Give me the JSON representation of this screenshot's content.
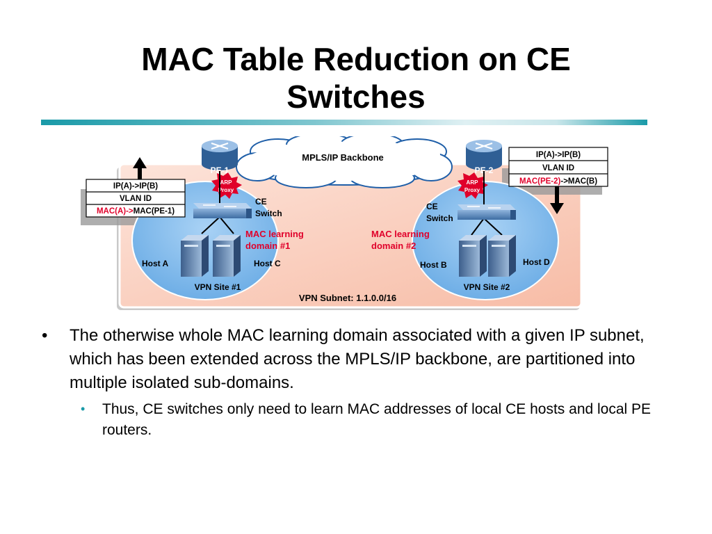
{
  "slide": {
    "title_line1": "MAC Table Reduction on CE",
    "title_line2": "Switches"
  },
  "diagram": {
    "backbone_label": "MPLS/IP Backbone",
    "pe1_label": "PE-1",
    "pe2_label": "PE-2",
    "arp_proxy_line1": "ARP",
    "arp_proxy_line2": "Proxy",
    "ce_switch_line1": "CE",
    "ce_switch_line2": "Switch",
    "domain1_line1": "MAC learning",
    "domain1_line2": "domain  #1",
    "domain2_line1": "MAC  learning",
    "domain2_line2": "domain  #2",
    "host_a": "Host A",
    "host_b": "Host B",
    "host_c": "Host C",
    "host_d": "Host D",
    "site1": "VPN Site #1",
    "site2": "VPN Site #2",
    "subnet": "VPN Subnet: 1.1.0.0/16",
    "left_table": {
      "row1": "IP(A)->IP(B)",
      "row2": "VLAN ID",
      "row3_red": "MAC(A)->",
      "row3_black": "MAC(PE-1)"
    },
    "right_table": {
      "row1": "IP(A)->IP(B)",
      "row2": "VLAN ID",
      "row3_red": "MAC(PE-2)",
      "row3_black": "->MAC(B)"
    },
    "colors": {
      "zone_fill": "#f9c7b3",
      "site_fill": "#8cc1ee",
      "accent_red": "#e0002a",
      "teal": "#1a9aa8"
    }
  },
  "bullets": {
    "main": "The otherwise whole MAC learning domain associated with a given IP subnet, which has been extended across the MPLS/IP backbone, are partitioned into multiple isolated sub-domains.",
    "sub": "Thus, CE switches only need to learn MAC addresses of local CE hosts and local PE routers.",
    "main_marker": "•",
    "sub_marker": "•"
  }
}
